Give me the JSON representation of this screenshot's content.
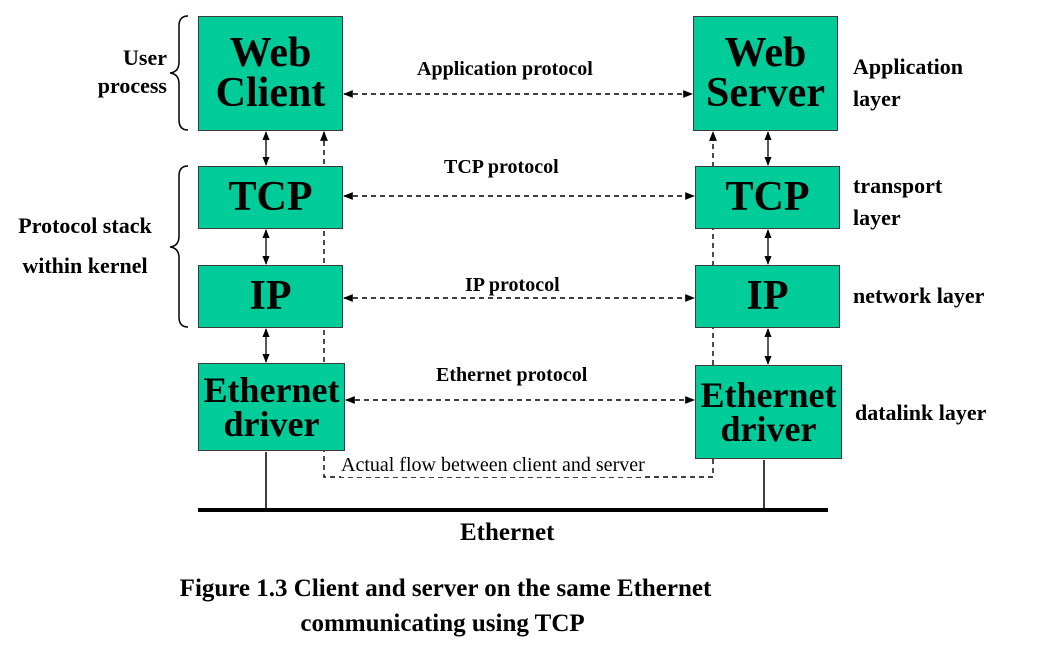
{
  "client": {
    "app": {
      "line1": "Web",
      "line2": "Client"
    },
    "tcp": "TCP",
    "ip": "IP",
    "eth": {
      "line1": "Ethernet",
      "line2": "driver"
    }
  },
  "server": {
    "app": {
      "line1": "Web",
      "line2": "Server"
    },
    "tcp": "TCP",
    "ip": "IP",
    "eth": {
      "line1": "Ethernet",
      "line2": "driver"
    }
  },
  "protocols": {
    "application": "Application protocol",
    "tcp": "TCP protocol",
    "ip": "IP protocol",
    "ethernet": "Ethernet protocol"
  },
  "left_labels": {
    "user_process": {
      "line1": "User",
      "line2": "process"
    },
    "protocol_stack": {
      "line1": "Protocol stack",
      "line2": "within kernel"
    }
  },
  "right_labels": {
    "application_layer": {
      "line1": "Application",
      "line2": "layer"
    },
    "transport_layer": {
      "line1": "transport",
      "line2": "layer"
    },
    "network_layer": "network layer",
    "datalink_layer": "datalink layer"
  },
  "actual_flow": "Actual flow between client and server",
  "ethernet_bus": "Ethernet",
  "caption": {
    "line1": "Figure 1.3  Client and server on the same Ethernet",
    "line2": "communicating using TCP"
  },
  "colors": {
    "box_fill": "#00cc99",
    "box_border": "#3a3a3a"
  }
}
